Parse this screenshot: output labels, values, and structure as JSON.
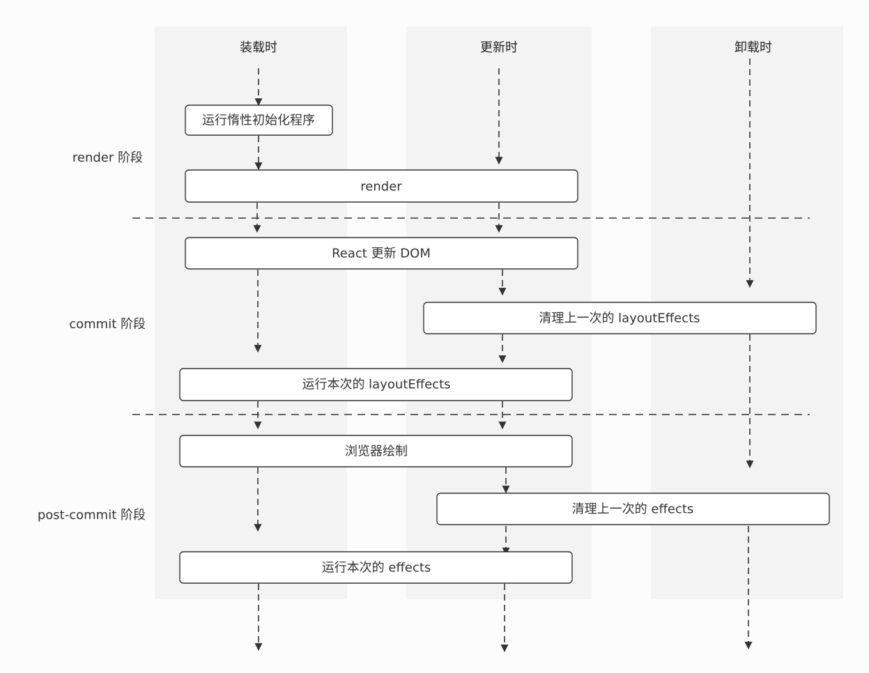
{
  "columns": {
    "mount": "装载时",
    "update": "更新时",
    "unmount": "卸载时"
  },
  "phases": {
    "render": "render 阶段",
    "commit": "commit 阶段",
    "post_commit": "post-commit 阶段"
  },
  "boxes": {
    "lazy_init": "运行惰性初始化程序",
    "render": "render",
    "react_update_dom": "React 更新 DOM",
    "cleanup_layout_effects": "清理上一次的 layoutEffects",
    "run_layout_effects": "运行本次的 layoutEffects",
    "browser_paint": "浏览器绘制",
    "cleanup_effects": "清理上一次的 effects",
    "run_effects": "运行本次的 effects"
  }
}
